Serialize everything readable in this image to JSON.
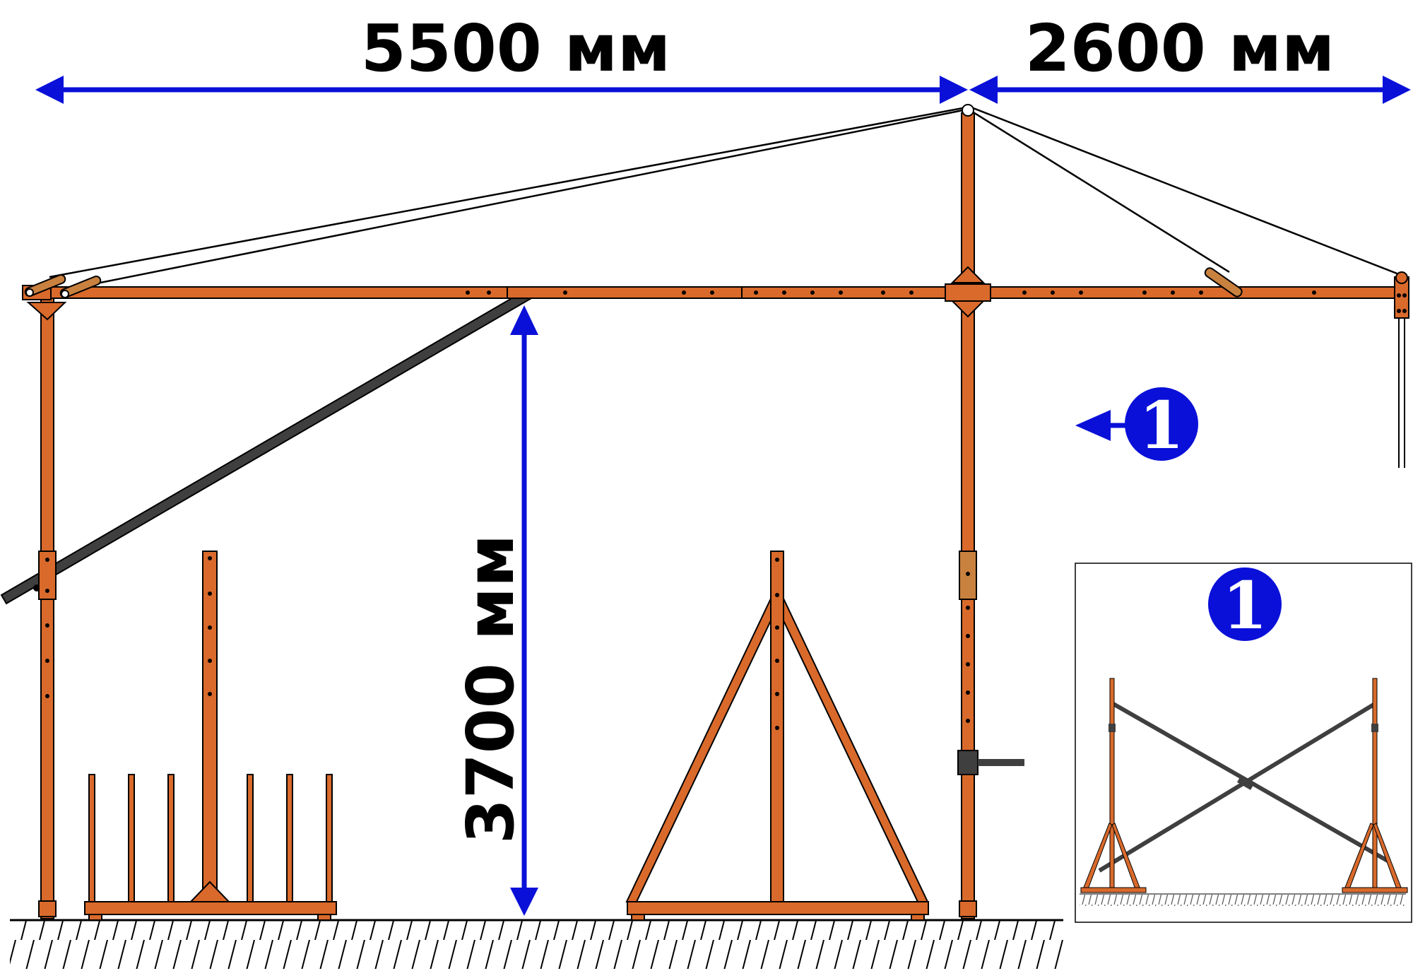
{
  "dimensions": {
    "span_left": "5500 мм",
    "span_right": "2600 мм",
    "height": "3700 мм"
  },
  "callout": {
    "marker": "1",
    "inset_marker": "1"
  },
  "colors": {
    "steel": "#d96a2b",
    "steel_light": "#c9813f",
    "dark_strut": "#3f3f3f",
    "dimension": "#0a10d8",
    "outline": "#000000"
  }
}
